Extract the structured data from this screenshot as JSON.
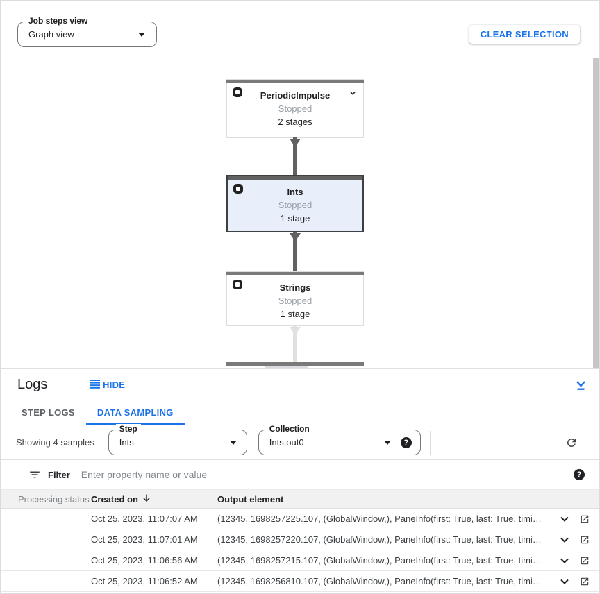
{
  "colors": {
    "accent_blue": "#1a73e8",
    "node_selected_bg": "#e8eefa",
    "node_top_bar": "#7a7a7a",
    "edge_dark": "#616161",
    "edge_light": "#e0e0e0",
    "status_dot": "#5f6368"
  },
  "icons": {
    "view_select_arrow": "filled-down-triangle",
    "node_icon": "composite-step-ring",
    "node_chevron": "chevron-down",
    "hide": "panel-lines",
    "collapse_panel": "chevron-down-over-line",
    "refresh": "circular-arrow",
    "filter": "filter-lines",
    "help": "?",
    "sort_desc": "arrow-down",
    "row_expand": "chevron-down",
    "open_in_new": "box-with-arrow"
  },
  "toolbar": {
    "view_select": {
      "label": "Job steps view",
      "value": "Graph view"
    },
    "clear_selection_label": "CLEAR SELECTION"
  },
  "graph": {
    "nodes": [
      {
        "title": "PeriodicImpulse",
        "status": "Stopped",
        "stages": "2 stages"
      },
      {
        "title": "Ints",
        "status": "Stopped",
        "stages": "1 stage"
      },
      {
        "title": "Strings",
        "status": "Stopped",
        "stages": "1 stage"
      }
    ]
  },
  "logs": {
    "title": "Logs",
    "hide_label": "HIDE",
    "tabs": [
      {
        "label": "STEP LOGS"
      },
      {
        "label": "DATA SAMPLING"
      }
    ],
    "sampling": {
      "showing": "Showing 4 samples",
      "step": {
        "label": "Step",
        "value": "Ints"
      },
      "collection": {
        "label": "Collection",
        "value": "Ints.out0"
      }
    },
    "filter": {
      "label": "Filter",
      "placeholder": "Enter property name or value"
    },
    "table": {
      "col_status": "Processing status",
      "col_created": "Created on",
      "col_output": "Output element",
      "rows": [
        {
          "created": "Oct 25, 2023, 11:07:07 AM",
          "output": "(12345, 1698257225.107, (GlobalWindow,), PaneInfo(first: True, last: True, timing…"
        },
        {
          "created": "Oct 25, 2023, 11:07:01 AM",
          "output": "(12345, 1698257220.107, (GlobalWindow,), PaneInfo(first: True, last: True, timing…"
        },
        {
          "created": "Oct 25, 2023, 11:06:56 AM",
          "output": "(12345, 1698257215.107, (GlobalWindow,), PaneInfo(first: True, last: True, timing…"
        },
        {
          "created": "Oct 25, 2023, 11:06:52 AM",
          "output": "(12345, 1698256810.107, (GlobalWindow,), PaneInfo(first: True, last: True, timing…"
        }
      ]
    }
  }
}
